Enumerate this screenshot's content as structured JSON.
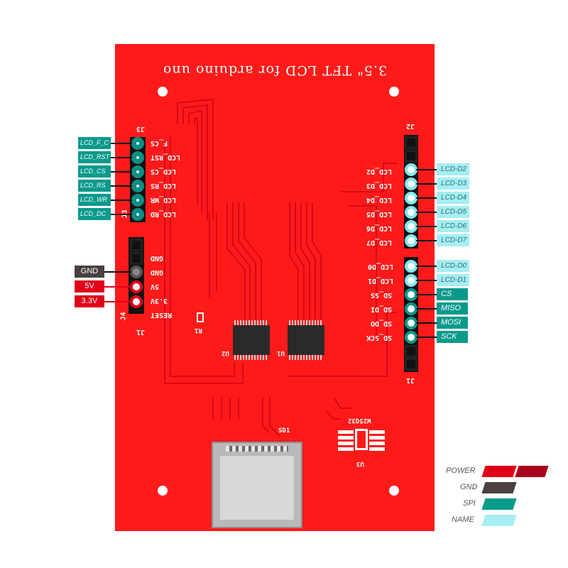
{
  "board": {
    "title": "3.5\" TFT LCD for arduino uno",
    "left_header_labels": [
      "F_CS",
      "LCD_RST",
      "LCD_CS",
      "LCD_RS",
      "LCD_WR",
      "LCD_RD"
    ],
    "left_header_id": "J3",
    "left_header_top_id": "J3",
    "power_header_labels": [
      "GND",
      "GND",
      "5V",
      "3.3V",
      "RESET"
    ],
    "power_header_id": "J4",
    "right_header_labels_top": [
      "LCD_D2",
      "LCD_D3",
      "LCD_D4",
      "LCD_D5",
      "LCD_D6",
      "LCD_D7"
    ],
    "right_header_labels_bottom": [
      "LCD_D0",
      "LCD_D1",
      "SD_SS",
      "SD_DI",
      "SD_DO",
      "SD_SCK"
    ],
    "right_header_top_id": "J2",
    "right_header_bottom_id": "J1",
    "component_labels": {
      "u1": "U1",
      "u2": "U2",
      "u3": "U3",
      "r1": "R1",
      "sd1": "SD1",
      "flash": "W25Q32",
      "j1_small": "J1",
      "j4": "J4"
    }
  },
  "callouts": {
    "left_names": [
      "LCD_F_C",
      "LCD_RST",
      "LCD_CS",
      "LCD_RS",
      "LCD_WR",
      "LCD_DC"
    ],
    "power": [
      "GND",
      "5V",
      "3.3V"
    ],
    "right_names": [
      "LCD-D2",
      "LCD-D3",
      "LCD-D4",
      "LCD-D5",
      "LCD-D6",
      "LCD-D7",
      "LCD-D0",
      "LCD-D1"
    ],
    "spi": [
      "CS",
      "MISO",
      "MOSI",
      "SCK"
    ]
  },
  "legend": {
    "items": [
      "POWER",
      "GND",
      "SPI",
      "NAME"
    ],
    "colors": {
      "power": "#e0001a",
      "power_dark": "#a8001a",
      "gnd": "#4a4040",
      "spi": "#0a9a8c",
      "name": "#a5eef4"
    }
  }
}
